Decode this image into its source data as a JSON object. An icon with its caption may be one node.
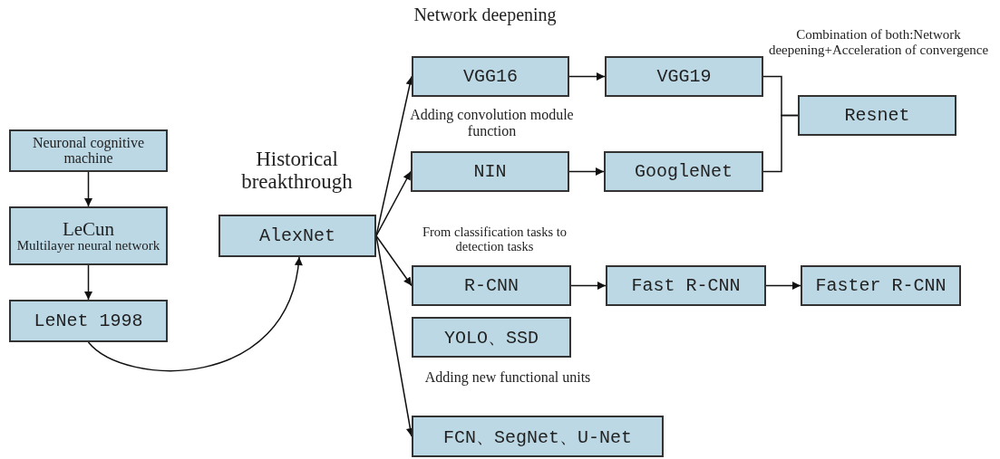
{
  "diagram": {
    "nodes": [
      {
        "text": [
          "Neuronal cognitive machine"
        ]
      },
      {
        "text": [
          "LeCun",
          "Multilayer neural network"
        ]
      },
      {
        "text": [
          "LeNet 1998"
        ]
      },
      {
        "text": [
          "Historical breakthrough",
          "AlexNet"
        ]
      },
      {
        "text": [
          "Network deepening",
          "VGG16"
        ]
      },
      {
        "text": [
          "VGG19"
        ]
      },
      {
        "text": [
          "Adding convolution module function",
          "NIN"
        ]
      },
      {
        "text": [
          "GoogleNet"
        ]
      },
      {
        "text": [
          "Combination of both:Network deepening+Acceleration of convergence",
          "Resnet"
        ]
      },
      {
        "text": [
          "From classification tasks to detection tasks",
          "R-CNN"
        ]
      },
      {
        "text": [
          "Fast R-CNN"
        ]
      },
      {
        "text": [
          "Faster R-CNN"
        ]
      },
      {
        "text": [
          "YOLO、SSD"
        ]
      },
      {
        "text": [
          "Adding new functional units",
          "FCN、SegNet、U-Net"
        ]
      }
    ],
    "edges": [
      {
        "from": 0,
        "to": 1,
        "arrow": "to"
      },
      {
        "from": 1,
        "to": 2,
        "arrow": "to"
      },
      {
        "from": 2,
        "to": 3,
        "arrow": "to"
      },
      {
        "from": 3,
        "to": 4,
        "arrow": "to"
      },
      {
        "from": 3,
        "to": 6,
        "arrow": "to"
      },
      {
        "from": 3,
        "to": 9,
        "arrow": "to"
      },
      {
        "from": 3,
        "to": 13,
        "arrow": "to"
      },
      {
        "from": 4,
        "to": 5,
        "arrow": "to"
      },
      {
        "from": 6,
        "to": 7,
        "arrow": "to"
      },
      {
        "from": 5,
        "to": 8,
        "arrow": "none"
      },
      {
        "from": 7,
        "to": 8,
        "arrow": "none"
      },
      {
        "from": 9,
        "to": 10,
        "arrow": "to"
      },
      {
        "from": 10,
        "to": 11,
        "arrow": "to"
      }
    ]
  }
}
